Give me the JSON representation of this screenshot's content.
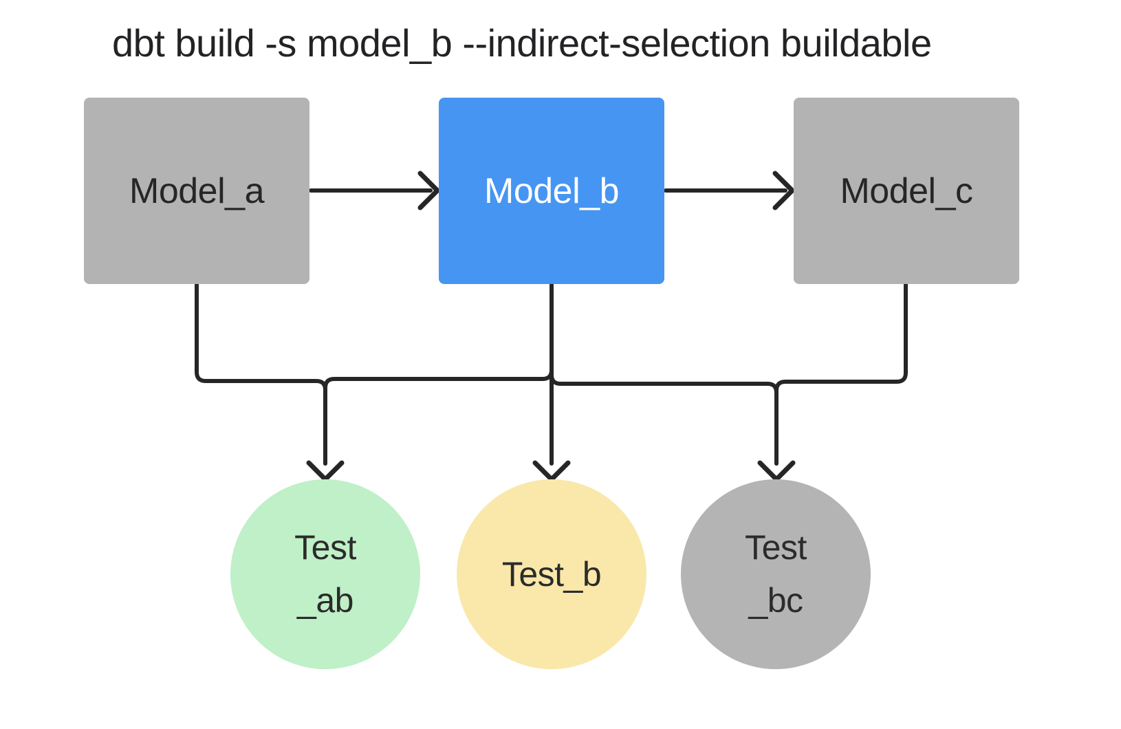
{
  "title": "dbt build -s model_b --indirect-selection buildable",
  "colors": {
    "background": "#ffffff",
    "line": "#262626",
    "title_text": "#232326"
  },
  "nodes": {
    "model_a": {
      "label": "Model_a",
      "fill": "#b3b3b3",
      "text_color": "#262626"
    },
    "model_b": {
      "label": "Model_b",
      "fill": "#4695f2",
      "text_color": "#ffffff"
    },
    "model_c": {
      "label": "Model_c",
      "fill": "#b3b3b3",
      "text_color": "#262626"
    },
    "test_ab": {
      "lines": [
        "Test",
        "_ab"
      ],
      "fill": "#bff0c8",
      "text_color": "#2b2b2b"
    },
    "test_b": {
      "lines": [
        "Test_b"
      ],
      "fill": "#f9e8aa",
      "text_color": "#2b2b2b"
    },
    "test_bc": {
      "lines": [
        "Test",
        "_bc"
      ],
      "fill": "#b4b4b4",
      "text_color": "#2b2b2b"
    }
  },
  "edges": [
    {
      "from": "model_a",
      "to": "model_b"
    },
    {
      "from": "model_b",
      "to": "model_c"
    },
    {
      "from": "model_a",
      "to": "test_ab"
    },
    {
      "from": "model_b",
      "to": "test_ab"
    },
    {
      "from": "model_b",
      "to": "test_b"
    },
    {
      "from": "model_b",
      "to": "test_bc"
    },
    {
      "from": "model_c",
      "to": "test_bc"
    }
  ]
}
